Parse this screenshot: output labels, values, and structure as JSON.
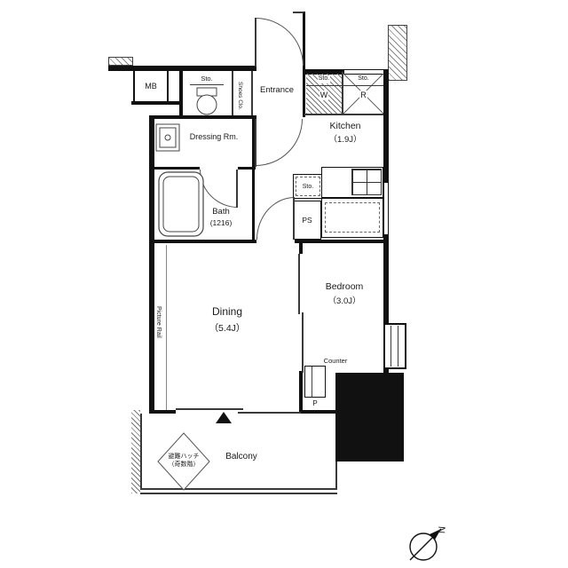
{
  "plan": {
    "mb": "MB",
    "toilet_sto": "Sto.",
    "shoes_closet": "Shoes Clo.",
    "entrance": "Entrance",
    "w_sto": "Sto.",
    "w_label": "W",
    "r_sto": "Sto.",
    "r_label": "R",
    "kitchen": "Kitchen",
    "kitchen_size": "（1.9J）",
    "dressing": "Dressing Rm.",
    "bath": "Bath",
    "bath_size": "(1216)",
    "hall_sto": "Sto.",
    "ps": "PS",
    "dining": "Dining",
    "dining_size": "（5.4J）",
    "picture_rail": "Picture Rail",
    "bedroom": "Bedroom",
    "bedroom_size": "（3.0J）",
    "counter": "Counter",
    "p": "P",
    "balcony": "Balcony",
    "evac_line1": "避難ハッチ",
    "evac_line2": "（奇数階）",
    "north": "N"
  },
  "colors": {
    "wall": "#111111",
    "line": "#3a3a3a",
    "text": "#1a1a1a"
  }
}
